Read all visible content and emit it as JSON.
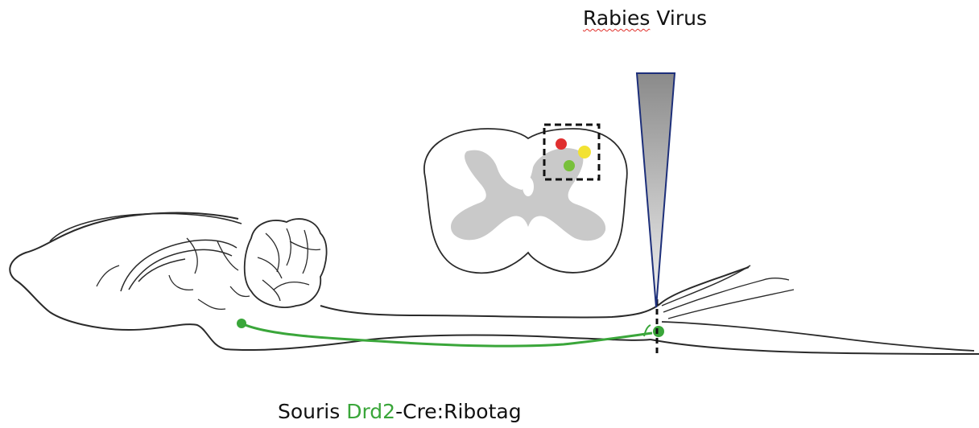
{
  "virus_label": {
    "word1": "Rabies",
    "word2": " Virus"
  },
  "mouse_label": {
    "prefix": "Souris ",
    "gene": "Drd2",
    "suffix": "-Cre:Ribotag"
  },
  "dots": {
    "red": "#e02f2f",
    "yellow": "#f2e233",
    "green": "#78c03a"
  },
  "colors": {
    "neuron_green": "#3aa63a",
    "gray_matter": "#c9c9c9",
    "pipette_outline": "#1d2f7a",
    "squiggle": "#e0302a"
  }
}
